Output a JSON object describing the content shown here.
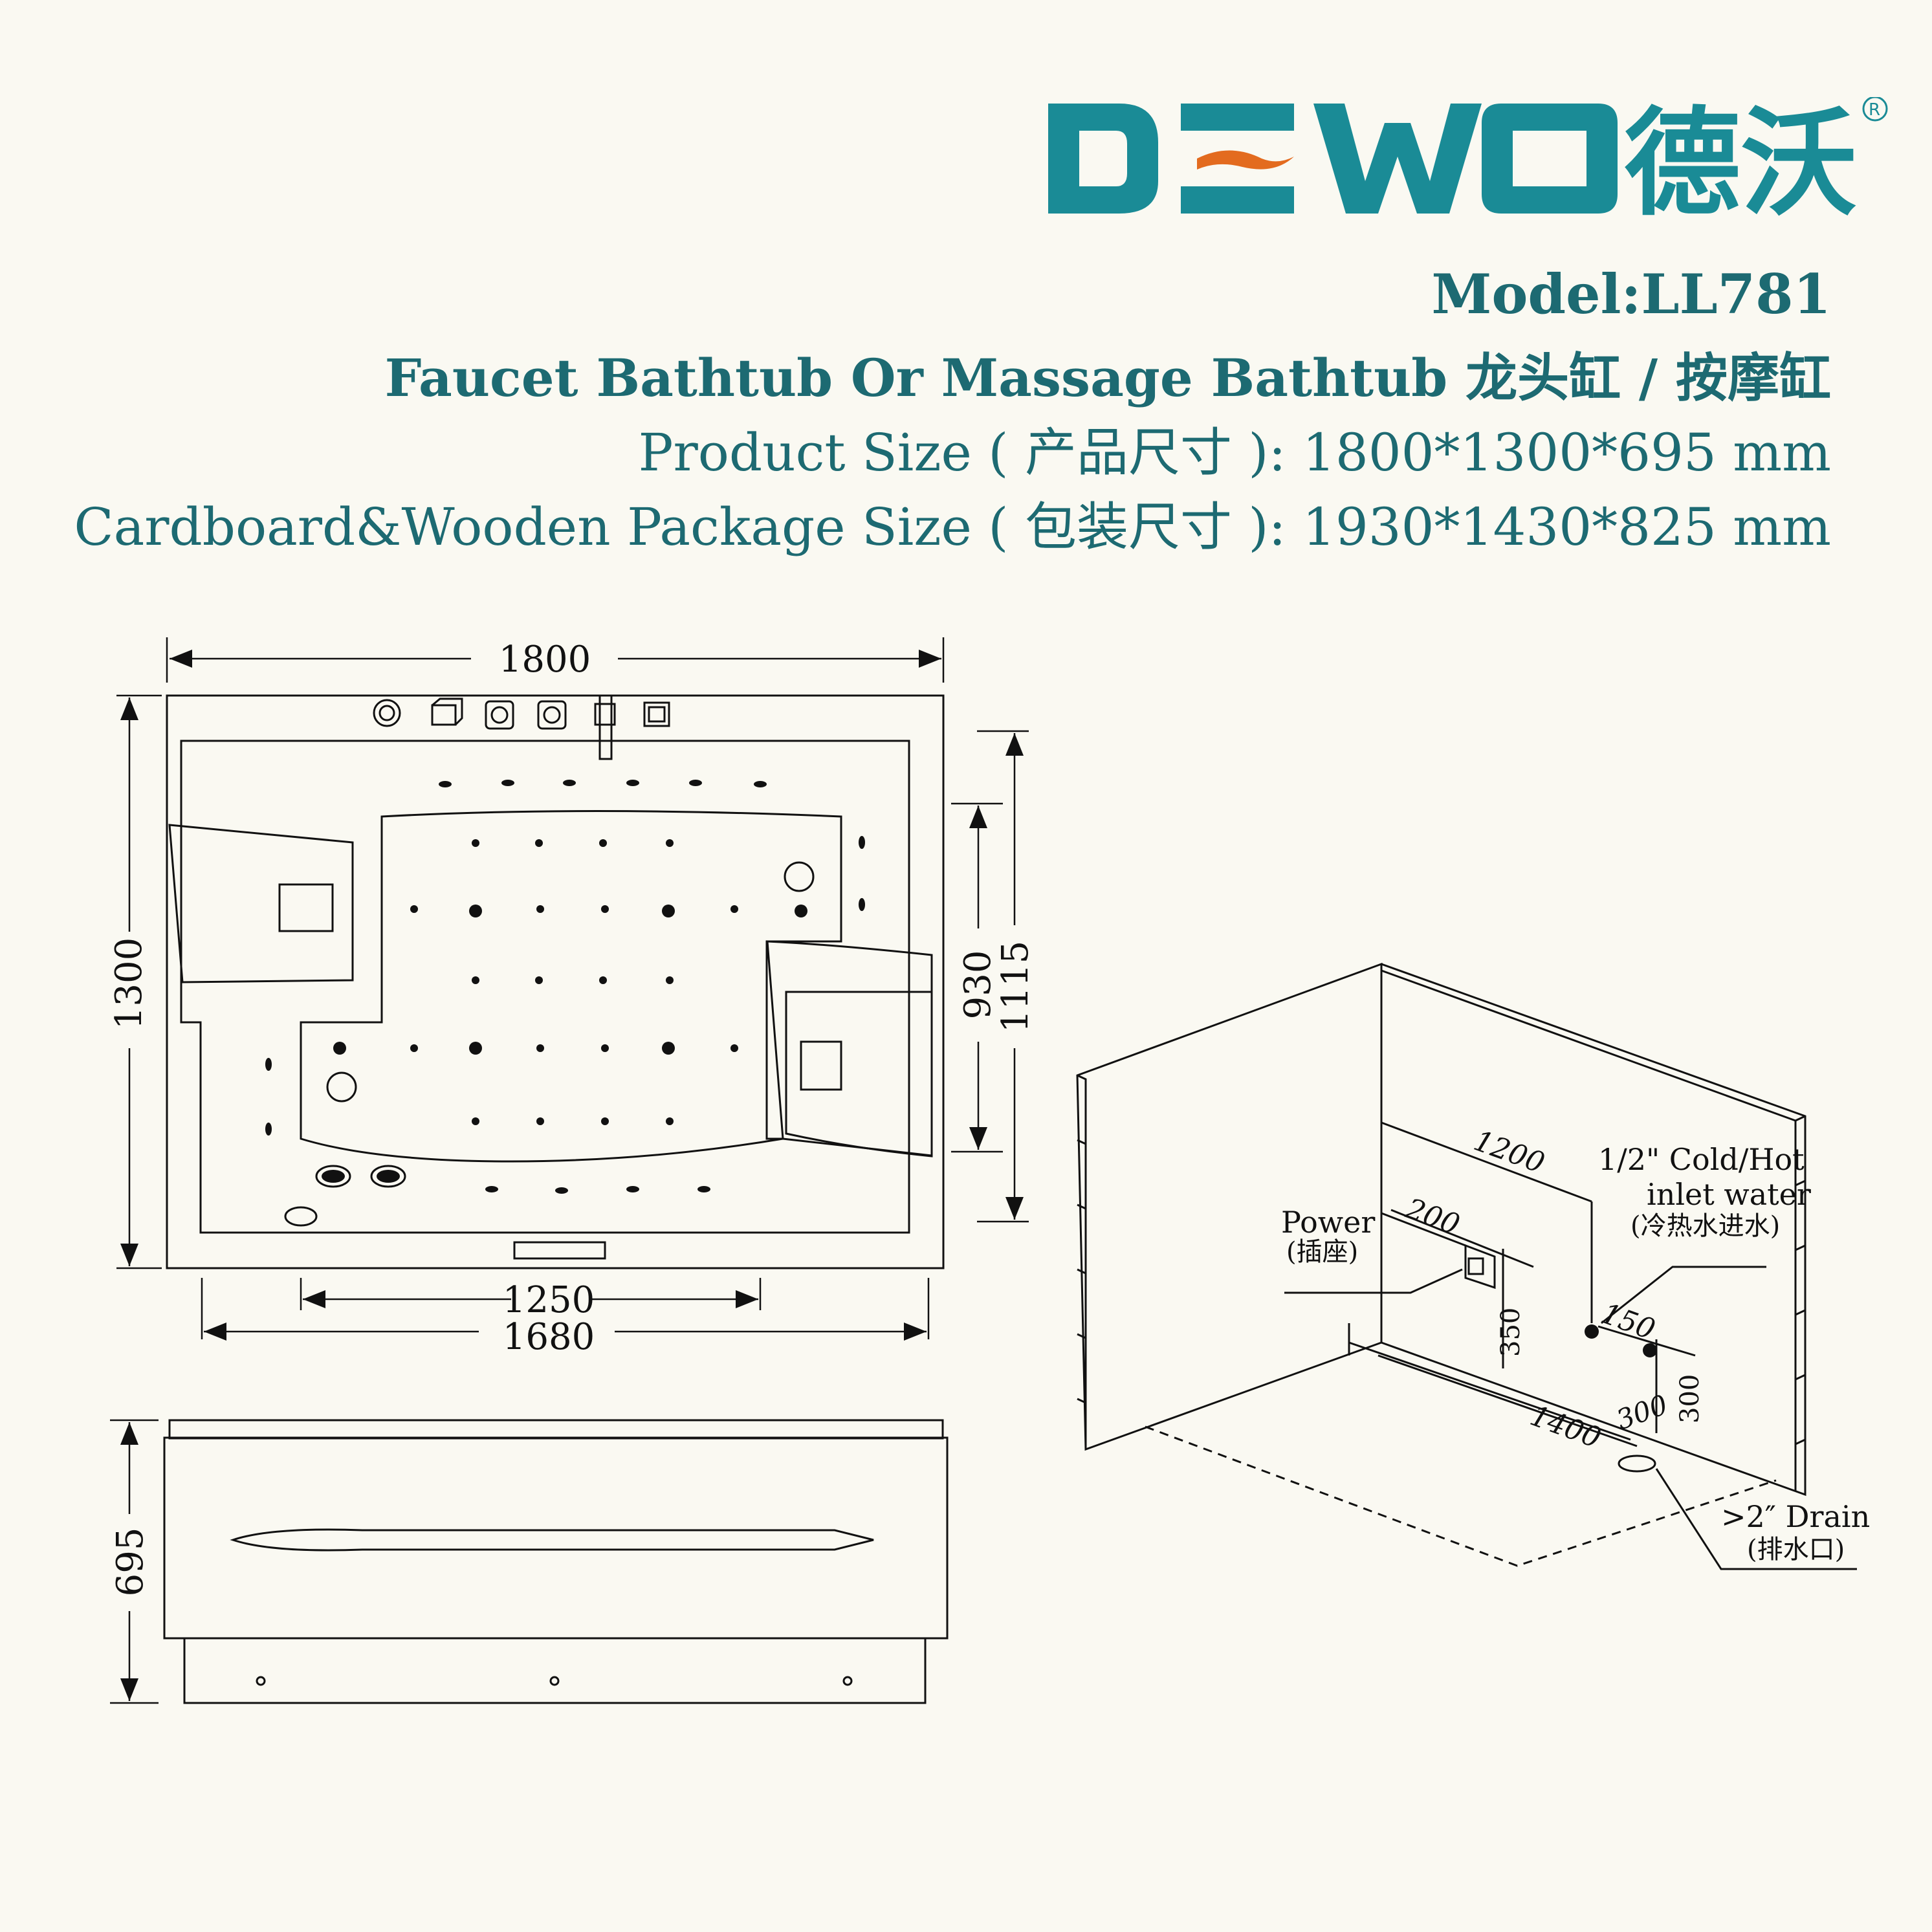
{
  "brand": {
    "latin": "DEWO",
    "chinese": "德沃",
    "registered": "R",
    "color": "#1a8b96",
    "accent": "#e36b1f"
  },
  "header": {
    "model": "Model:LL781",
    "subtitle": "Faucet Bathtub Or Massage Bathtub 龙头缸 / 按摩缸",
    "product_size": "Product Size ( 产品尺寸 ):   1800*1300*695 mm",
    "package_size": "Cardboard&Wooden Package Size ( 包装尺寸 ):  1930*1430*825 mm",
    "text_color": "#1d6a72"
  },
  "top_view": {
    "width_dim": "1800",
    "depth_dim": "1300",
    "inner_a": "930",
    "inner_b": "1115",
    "bottom_a": "1250",
    "bottom_b": "1680"
  },
  "side_view": {
    "height_dim": "695"
  },
  "install": {
    "dim_1200": "1200",
    "dim_200": "200",
    "dim_350": "350",
    "dim_150": "150",
    "dim_300_a": "300",
    "dim_300_b": "300",
    "dim_1400": "1400",
    "power_label": "Power",
    "power_cn": "(插座)",
    "water_label_1": "1/2\" Cold/Hot",
    "water_label_2": "inlet water",
    "water_cn": "(冷热水进水)",
    "drain_label": ">2″ Drain",
    "drain_cn": "(排水口)"
  }
}
